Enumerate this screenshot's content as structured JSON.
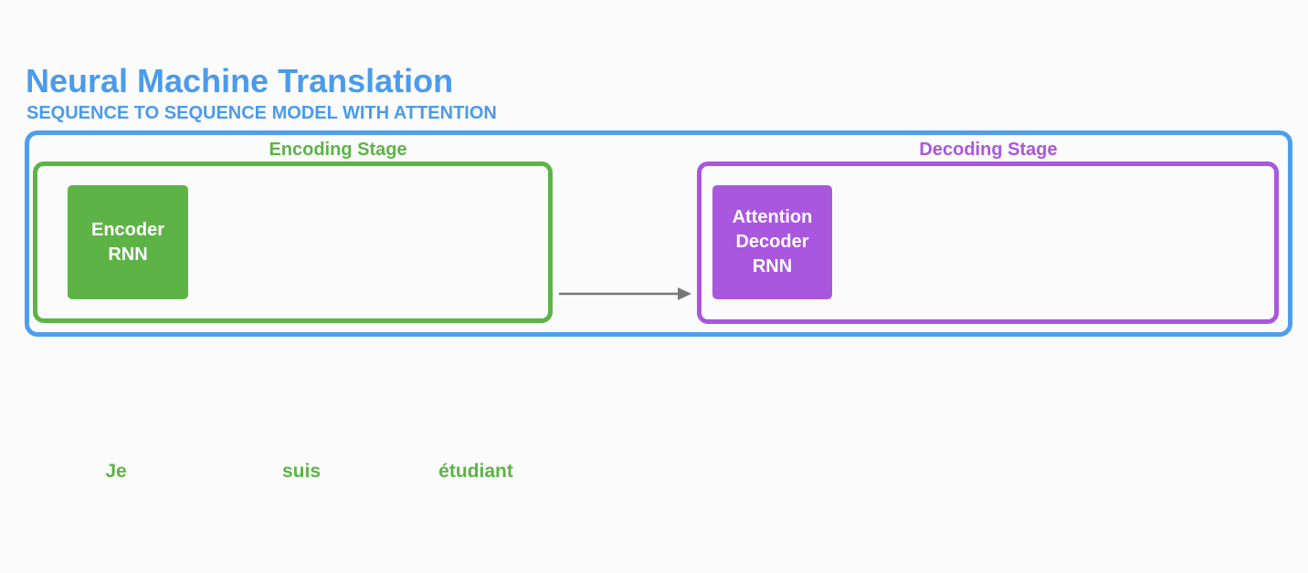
{
  "header": {
    "title": "Neural Machine Translation",
    "subtitle": "SEQUENCE TO SEQUENCE MODEL WITH ATTENTION"
  },
  "encoding_stage": {
    "label": "Encoding Stage",
    "block_line1": "Encoder",
    "block_line2": "RNN"
  },
  "decoding_stage": {
    "label": "Decoding Stage",
    "block_line1": "Attention",
    "block_line2": "Decoder",
    "block_line3": "RNN"
  },
  "input_words": [
    "Je",
    "suis",
    "étudiant"
  ],
  "colors": {
    "title_blue": "#4a9bec",
    "frame_blue": "#4e9ef0",
    "encoder_green": "#5db347",
    "decoder_purple": "#a957de",
    "arrow_gray": "#777777"
  }
}
